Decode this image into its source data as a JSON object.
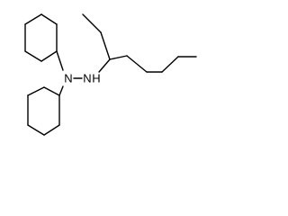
{
  "structure": {
    "atoms": {
      "n1": "N",
      "n2": "N",
      "nh_hydrogen": "H"
    },
    "colors": {
      "bond": "#000000",
      "background": "#ffffff"
    }
  }
}
